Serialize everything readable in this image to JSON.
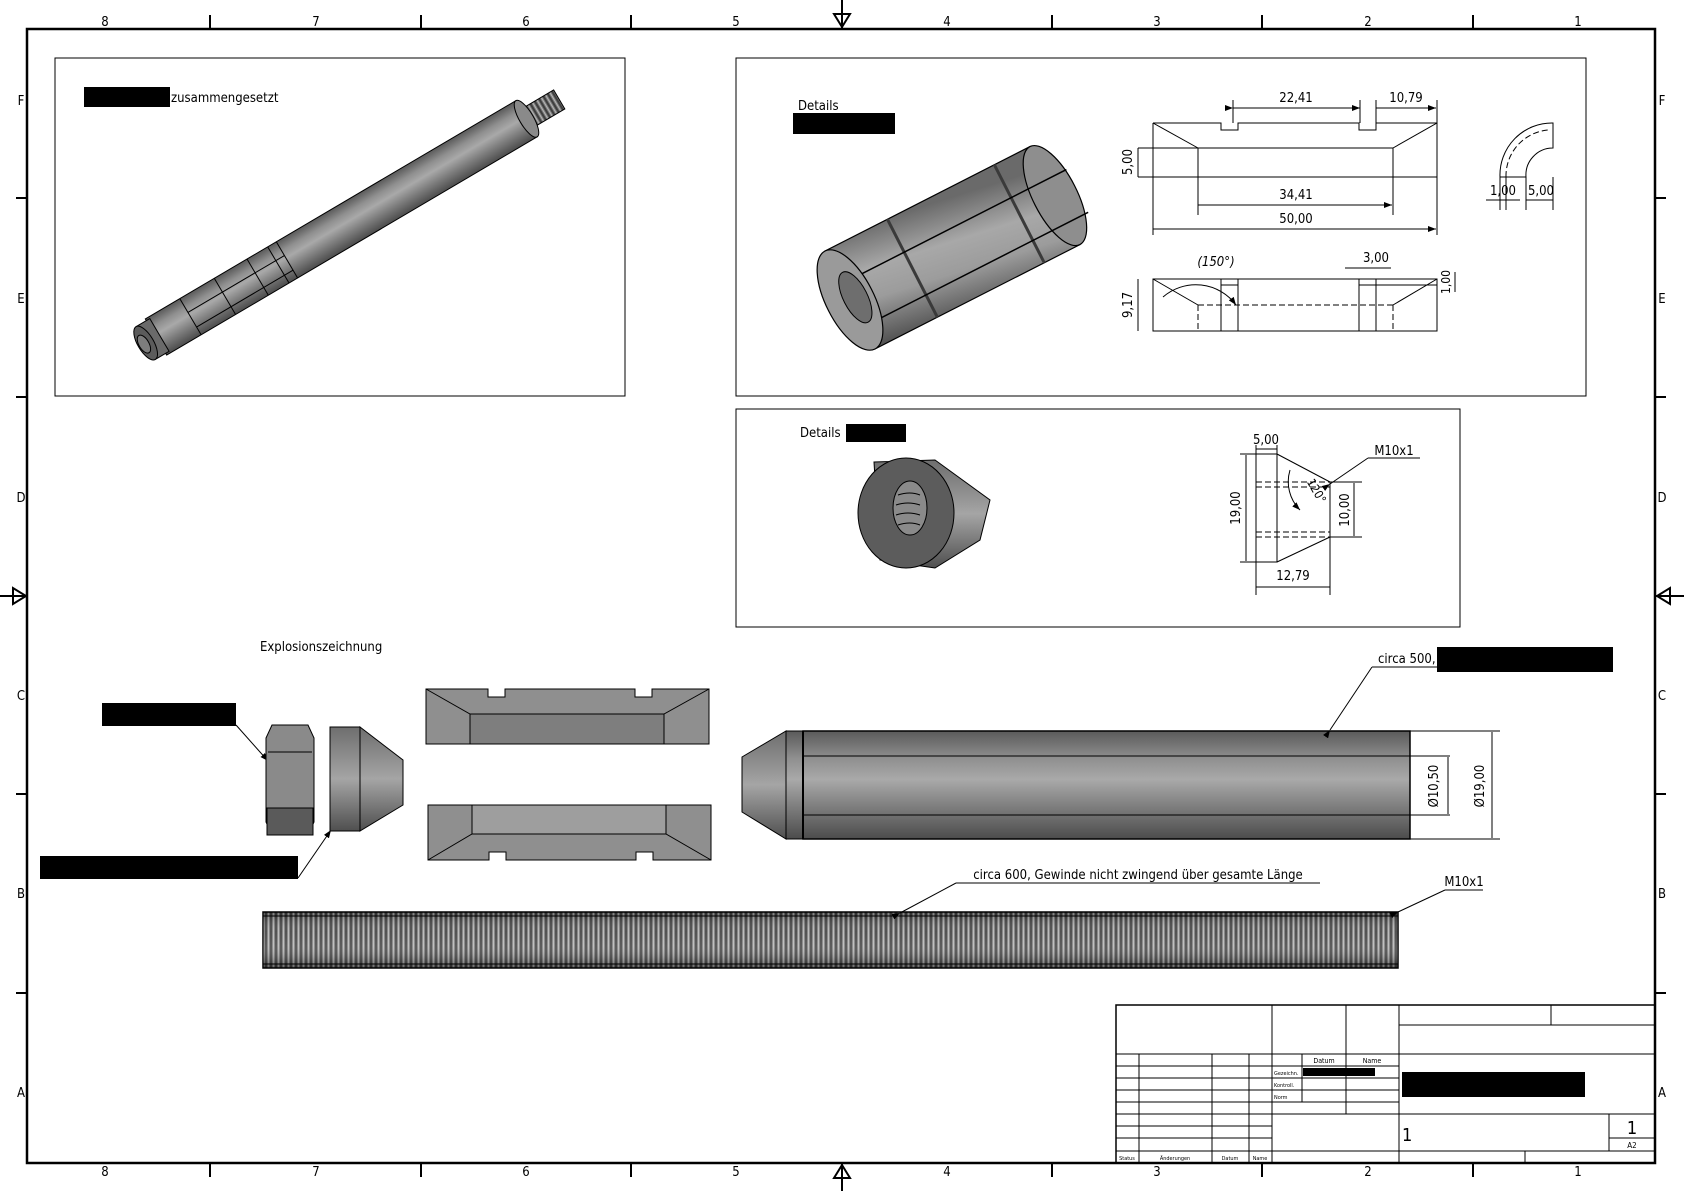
{
  "sheet": {
    "zone_columns": [
      "8",
      "7",
      "6",
      "5",
      "4",
      "3",
      "2",
      "1"
    ],
    "zone_rows": [
      "F",
      "E",
      "D",
      "C",
      "B",
      "A"
    ],
    "format": "A2",
    "sheet_number": "1",
    "drawing_number": "1"
  },
  "views": {
    "assembly": {
      "title_suffix": "zusammengesetzt"
    },
    "jaw_detail": {
      "title": "Details",
      "dims": {
        "groove_span": "22,41",
        "end_to_groove": "10,79",
        "inner_height": "5,00",
        "inner_length": "34,41",
        "overall_length": "50,00",
        "angle": "(150°)",
        "groove_width": "3,00",
        "groove_depth": "1,00",
        "total_height": "9,17",
        "wall_thickness": "1,00",
        "radius_offset": "5,00"
      }
    },
    "cone_detail": {
      "title": "Details",
      "dims": {
        "flange_width": "5,00",
        "thread": "M10x1",
        "cone_angle": "120°",
        "outer_diameter": "19,00",
        "bore": "10,00",
        "overall_length": "12,79"
      }
    },
    "exploded": {
      "title": "Explosionszeichnung",
      "tube_note_prefix": "circa 500,",
      "tube_inner_diameter": "Ø10,50",
      "tube_outer_diameter": "Ø19,00",
      "rod_note": "circa 600, Gewinde nicht zwingend über gesamte Länge",
      "rod_thread": "M10x1"
    }
  },
  "title_block": {
    "col_datum": "Datum",
    "col_name": "Name",
    "row_drawn": "Gezeichn.",
    "row_checked": "Kontroll.",
    "row_standard": "Norm",
    "rev_status": "Status",
    "rev_changes": "Änderungen",
    "rev_date": "Datum",
    "rev_name": "Name",
    "drawing_number": "1",
    "sheet_number": "1",
    "format": "A2"
  }
}
